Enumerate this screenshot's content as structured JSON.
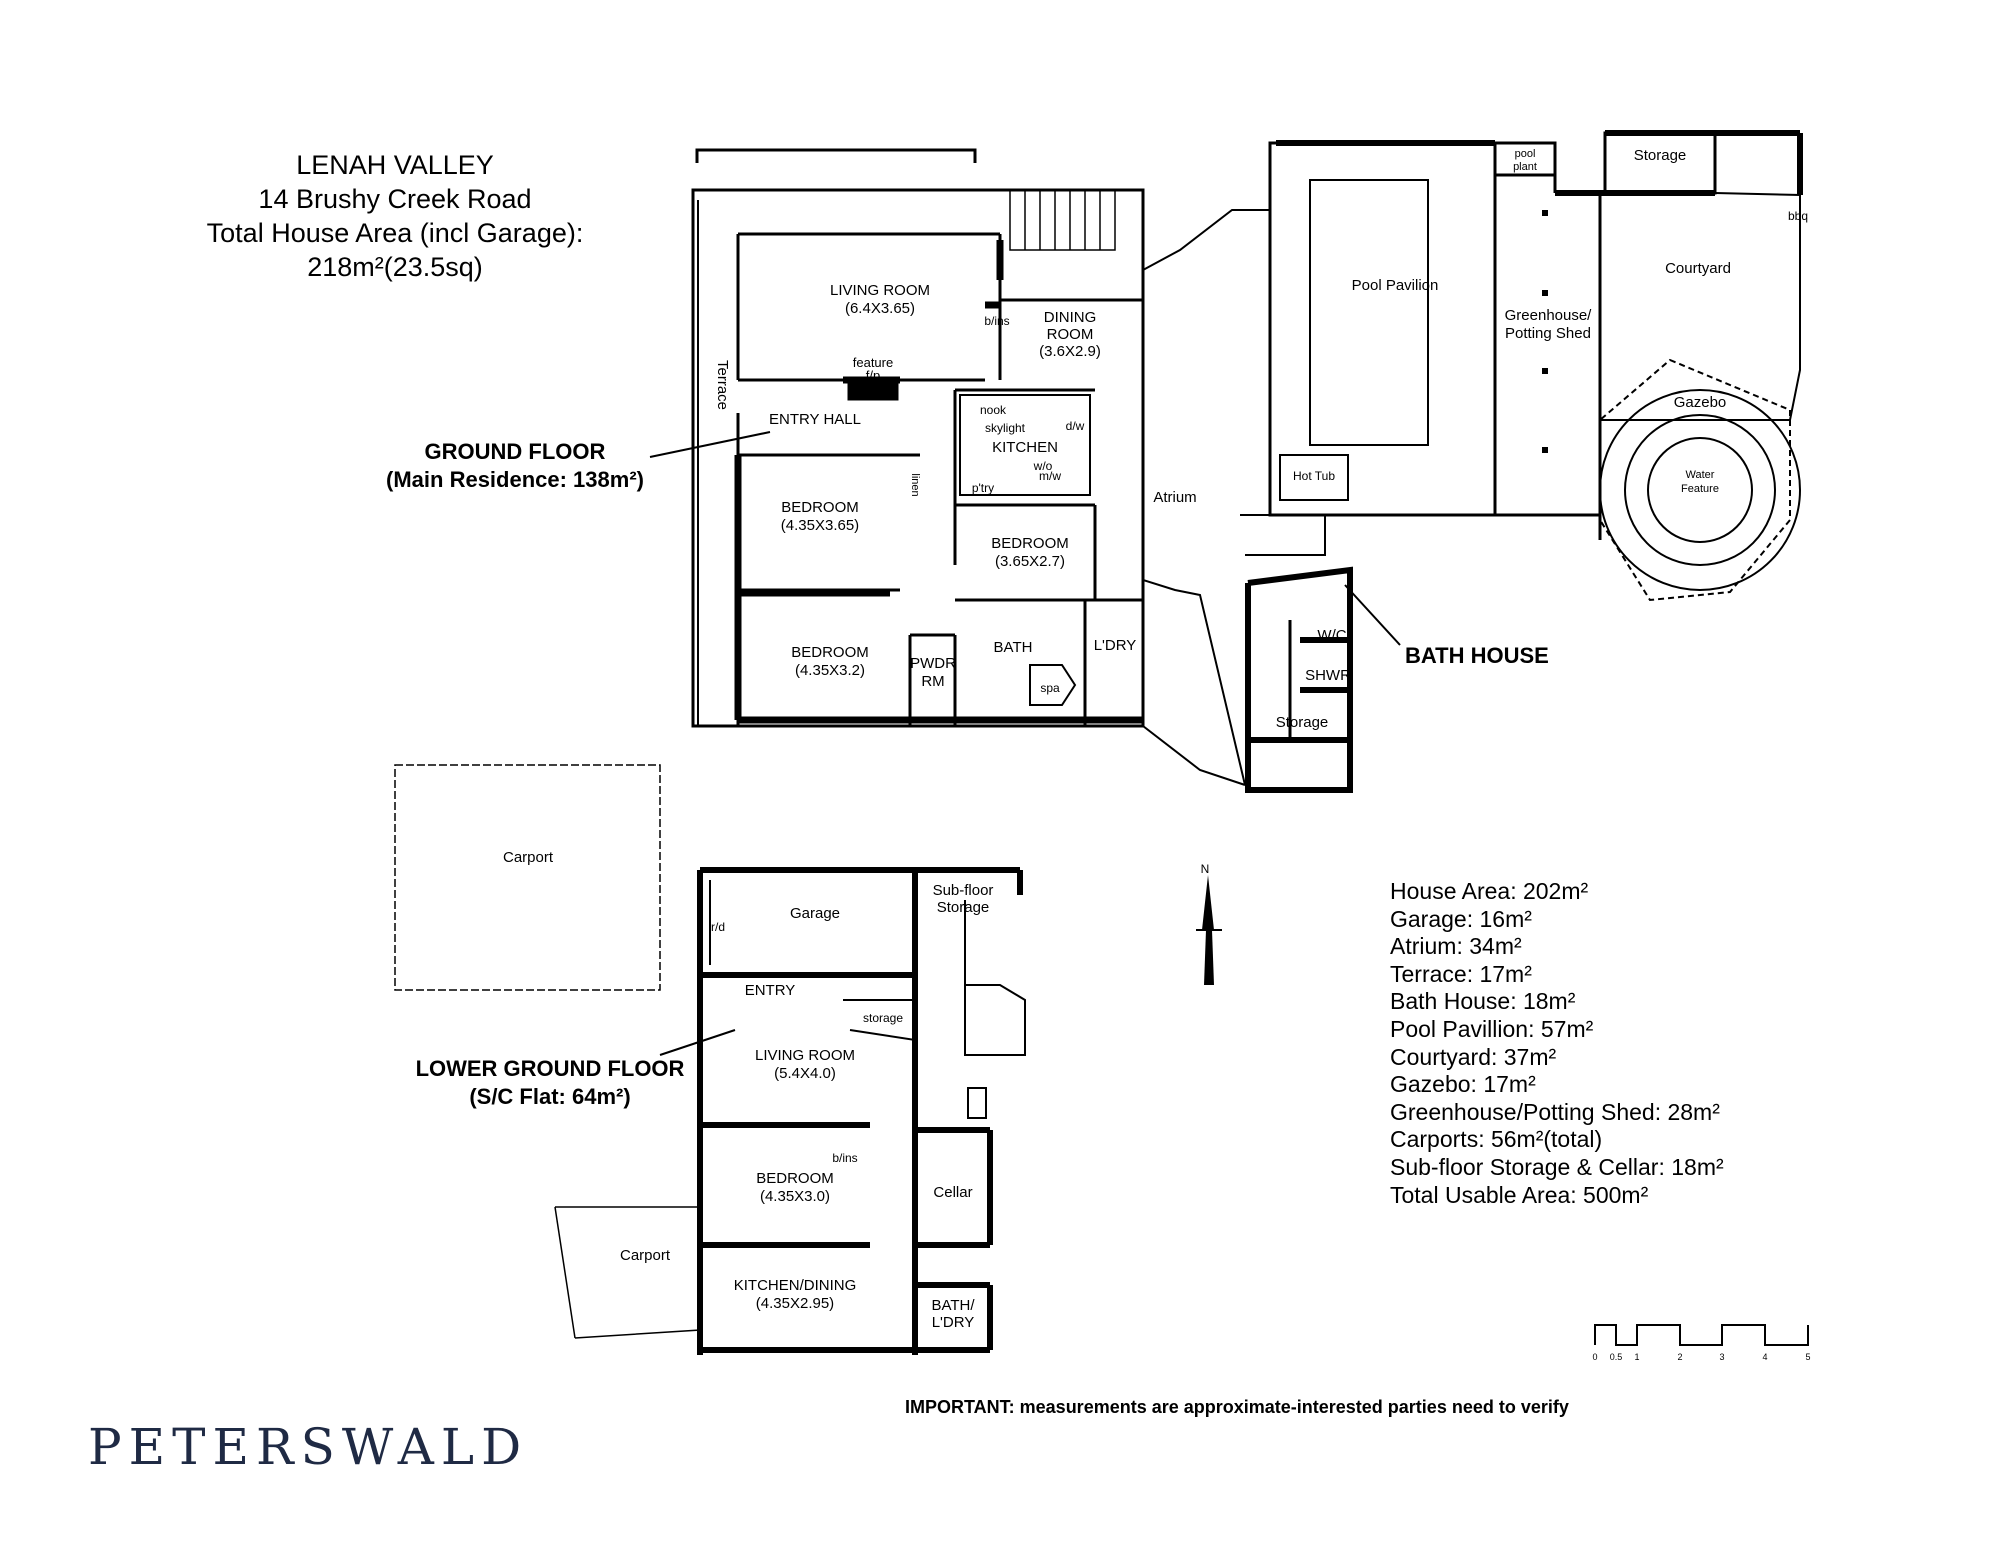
{
  "header": {
    "suburb": "LENAH VALLEY",
    "address": "14 Brushy Creek Road",
    "total_label": "Total House Area (incl Garage):",
    "total_value": "218m²(23.5sq)"
  },
  "callouts": {
    "ground_floor": "GROUND FLOOR",
    "ground_floor_area": "(Main Residence: 138m²)",
    "lower_ground_floor": "LOWER GROUND FLOOR",
    "lower_ground_floor_area": "(S/C Flat: 64m²)",
    "bath_house": "BATH HOUSE"
  },
  "ground_floor_labels": {
    "living_room": "LIVING ROOM",
    "living_room_dim": "(6.4X3.65)",
    "feature": "feature",
    "fp": "f/p",
    "terrace": "Terrace",
    "entry_hall": "ENTRY HALL",
    "dining_room": "DINING",
    "dining_room_2": "ROOM",
    "dining_dim": "(3.6X2.9)",
    "b_ins": "b/ins",
    "nook": "nook",
    "skylight": "skylight",
    "kitchen": "KITCHEN",
    "dw": "d/w",
    "wo": "w/o",
    "mw": "m/w",
    "ptry": "p'try",
    "bedroom": "BEDROOM",
    "bedroom1_dim": "(4.35X3.65)",
    "bedroom2_dim": "(3.65X2.7)",
    "bedroom3_dim": "(4.35X3.2)",
    "linen": "linen",
    "atrium": "Atrium",
    "pwdr": "PWDR",
    "rm": "RM",
    "bath": "BATH",
    "spa": "spa",
    "ldry": "L'DRY"
  },
  "outdoor_labels": {
    "pool_pavilion": "Pool Pavilion",
    "hot_tub": "Hot Tub",
    "pool_plant_1": "pool",
    "pool_plant_2": "plant",
    "storage": "Storage",
    "greenhouse_1": "Greenhouse/",
    "greenhouse_2": "Potting Shed",
    "courtyard": "Courtyard",
    "bbq": "bbq",
    "gazebo": "Gazebo",
    "water_1": "Water",
    "water_2": "Feature",
    "wc": "W/C",
    "shwr": "SHWR"
  },
  "lower_floor_labels": {
    "carport": "Carport",
    "garage": "Garage",
    "rd": "r/d",
    "sub_floor_1": "Sub-floor",
    "sub_floor_2": "Storage",
    "entry": "ENTRY",
    "storage_small": "storage",
    "living_room": "LIVING ROOM",
    "living_dim": "(5.4X4.0)",
    "bedroom": "BEDROOM",
    "bedroom_dim": "(4.35X3.0)",
    "b_ins": "b/ins",
    "cellar": "Cellar",
    "kitchen_dining": "KITCHEN/DINING",
    "kitchen_dim": "(4.35X2.95)",
    "bath_1": "BATH/",
    "bath_2": "L'DRY"
  },
  "compass": {
    "label": "N"
  },
  "scale_bar": {
    "ticks": [
      "0",
      "0.5",
      "1",
      "2",
      "3",
      "4",
      "5"
    ]
  },
  "areas": [
    "House Area: 202m²",
    "Garage: 16m²",
    "Atrium: 34m²",
    "Terrace: 17m²",
    "Bath House: 18m²",
    "Pool Pavillion: 57m²",
    "Courtyard: 37m²",
    "Gazebo: 17m²",
    "Greenhouse/Potting Shed: 28m²",
    "Carports: 56m²(total)",
    "Sub-floor Storage & Cellar: 18m²",
    "Total Usable Area: 500m²"
  ],
  "notice": "IMPORTANT: measurements are approximate-interested parties need to verify",
  "brand": "PETERSWALD"
}
